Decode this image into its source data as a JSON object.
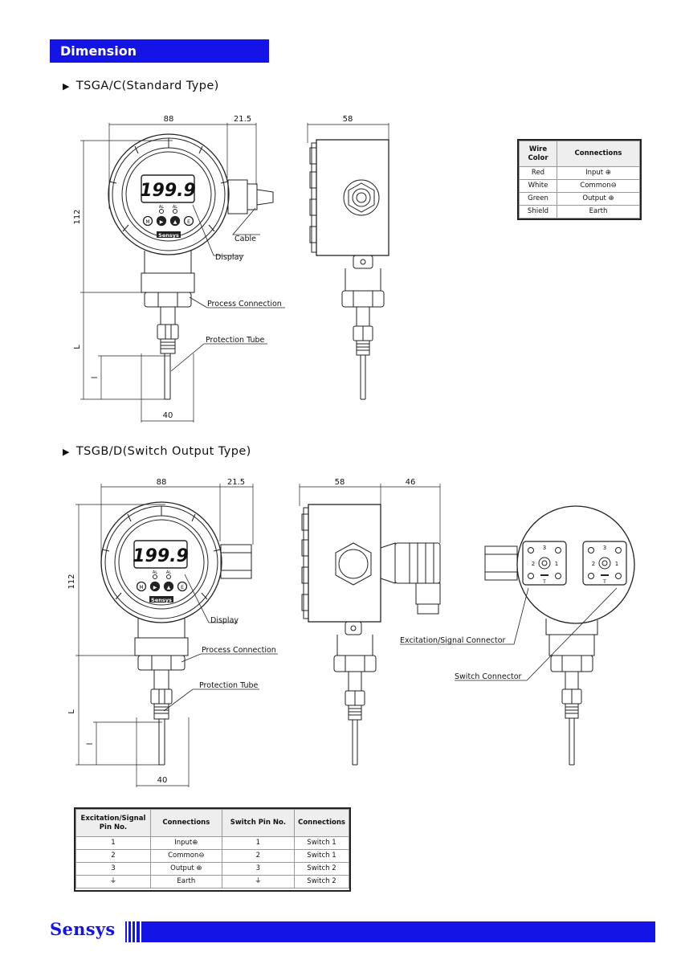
{
  "header": {
    "title": "Dimension"
  },
  "section1": {
    "title": "TSGA/C(Standard Type)",
    "dims": {
      "width": "88",
      "cable_offset": "21.5",
      "height": "112",
      "L": "L",
      "l": "l",
      "bottom": "40",
      "side_width": "58"
    },
    "display_value": "199.9",
    "labels": {
      "cable": "Cable",
      "display": "Display",
      "process": "Process Connection",
      "tube": "Protection Tube"
    },
    "buttons": [
      "M",
      "▶",
      "▲",
      "E"
    ],
    "indicators": [
      "AL",
      "AL"
    ],
    "brand": "Sensys"
  },
  "wire_table": {
    "headers": [
      "Wire Color",
      "Connections"
    ],
    "rows": [
      [
        "Red",
        "Input ⊕"
      ],
      [
        "White",
        "Common⊖"
      ],
      [
        "Green",
        "Output ⊕"
      ],
      [
        "Shield",
        "Earth"
      ]
    ]
  },
  "section2": {
    "title": "TSGB/D(Switch Output Type)",
    "dims": {
      "width": "88",
      "cable_offset": "21.5",
      "height": "112",
      "L": "L",
      "l": "l",
      "bottom": "40",
      "side_width": "58",
      "connector_width": "46"
    },
    "display_value": "199.9",
    "labels": {
      "display": "Display",
      "process": "Process Connection",
      "tube": "Protection Tube",
      "excitation": "Excitation/Signal Connector",
      "switch": "Switch Connector"
    },
    "buttons": [
      "M",
      "▶",
      "▲",
      "E"
    ],
    "indicators": [
      "AL",
      "AL"
    ],
    "brand": "Sensys",
    "pin_labels": {
      "p1": "1",
      "p2": "2",
      "p3": "3",
      "t": "T"
    }
  },
  "pin_table": {
    "headers": [
      "Excitation/Signal Pin No.",
      "Connections",
      "Switch Pin No.",
      "Connections"
    ],
    "rows": [
      [
        "1",
        "Input⊕",
        "1",
        "Switch 1"
      ],
      [
        "2",
        "Common⊖",
        "2",
        "Switch 1"
      ],
      [
        "3",
        "Output ⊕",
        "3",
        "Switch 2"
      ],
      [
        "⏚",
        "Earth",
        "⏚",
        "Switch 2"
      ]
    ]
  },
  "footer": {
    "logo": "Sensys"
  },
  "colors": {
    "accent": "#1414e6"
  }
}
